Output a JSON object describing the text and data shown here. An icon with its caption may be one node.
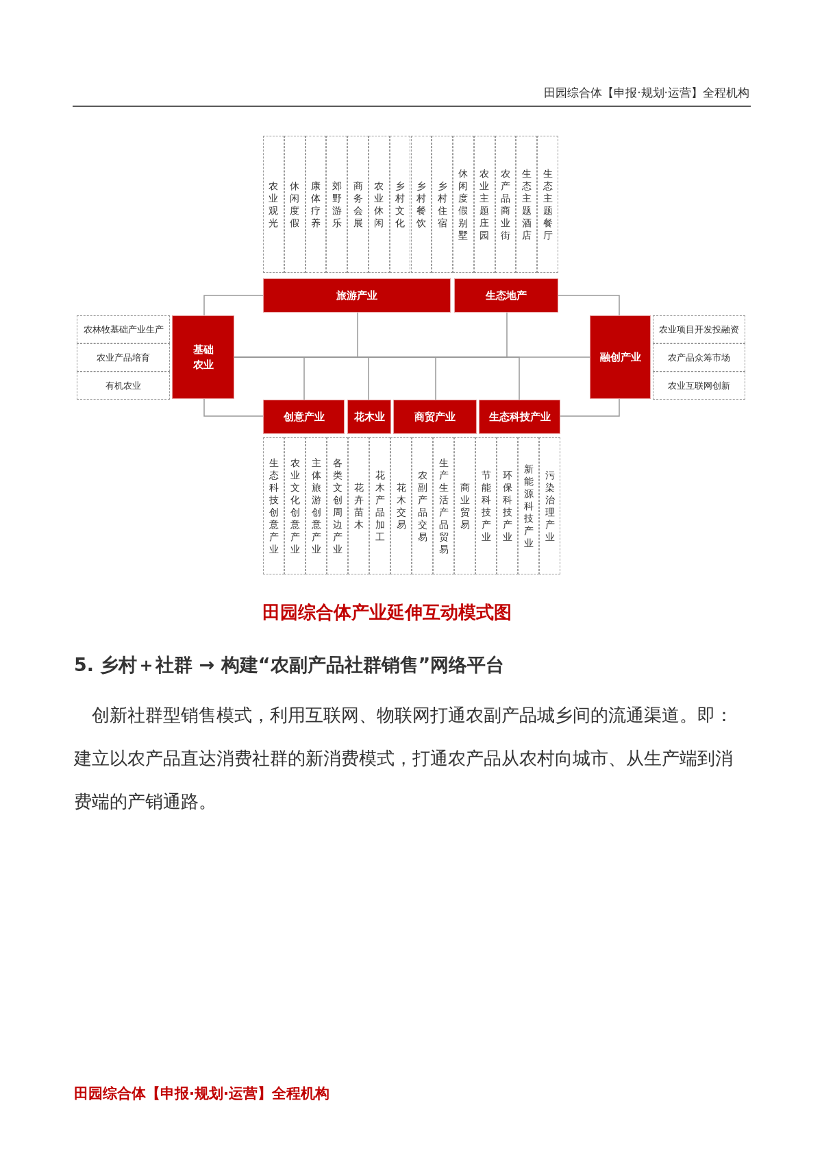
{
  "diagram": {
    "caption": "田园综合体产业延伸互动模式图",
    "nodes": [
      {
        "text": [
          "农业观光"
        ]
      },
      {
        "text": [
          "休闲度假"
        ]
      },
      {
        "text": [
          "康体疗养"
        ]
      },
      {
        "text": [
          "郊野游乐"
        ]
      },
      {
        "text": [
          "商务会展"
        ]
      },
      {
        "text": [
          "农业休闲"
        ]
      },
      {
        "text": [
          "乡村文化"
        ]
      },
      {
        "text": [
          "乡村餐饮"
        ]
      },
      {
        "text": [
          "乡村住宿"
        ]
      },
      {
        "text": [
          "休闲度假别墅"
        ]
      },
      {
        "text": [
          "农业主题庄园"
        ]
      },
      {
        "text": [
          "农产品商业街"
        ]
      },
      {
        "text": [
          "生态主题酒店"
        ]
      },
      {
        "text": [
          "生态主题餐厅"
        ]
      },
      {
        "text": [
          "旅游产业"
        ]
      },
      {
        "text": [
          "生态地产"
        ]
      },
      {
        "text": [
          "农林牧基础产业生产"
        ]
      },
      {
        "text": [
          "农业产品培育"
        ]
      },
      {
        "text": [
          "有机农业"
        ]
      },
      {
        "text": [
          "基础农业"
        ]
      },
      {
        "text": [
          "融创产业"
        ]
      },
      {
        "text": [
          "农业项目开发投融资"
        ]
      },
      {
        "text": [
          "农产品众筹市场"
        ]
      },
      {
        "text": [
          "农业互联网创新"
        ]
      },
      {
        "text": [
          "创意产业"
        ]
      },
      {
        "text": [
          "花木业"
        ]
      },
      {
        "text": [
          "商贸产业"
        ]
      },
      {
        "text": [
          "生态科技产业"
        ]
      },
      {
        "text": [
          "生态科技创意产业"
        ]
      },
      {
        "text": [
          "农业文化创意产业"
        ]
      },
      {
        "text": [
          "主体旅游创意产业"
        ]
      },
      {
        "text": [
          "各类文创周边产业"
        ]
      },
      {
        "text": [
          "花卉苗木"
        ]
      },
      {
        "text": [
          "花木产品加工"
        ]
      },
      {
        "text": [
          "花木交易"
        ]
      },
      {
        "text": [
          "农副产品交易"
        ]
      },
      {
        "text": [
          "生产生活产品贸易"
        ]
      },
      {
        "text": [
          "商业贸易"
        ]
      },
      {
        "text": [
          "节能科技产业"
        ]
      },
      {
        "text": [
          "环保科技产业"
        ]
      },
      {
        "text": [
          "新能源科技产业"
        ]
      },
      {
        "text": [
          "污染治理产业"
        ]
      }
    ],
    "edges": [
      {
        "from": 19,
        "to": 14,
        "arrow": "none"
      },
      {
        "from": 19,
        "to": 24,
        "arrow": "none"
      },
      {
        "from": 20,
        "to": 15,
        "arrow": "none"
      },
      {
        "from": 20,
        "to": 27,
        "arrow": "none"
      },
      {
        "from": 19,
        "to": 20,
        "arrow": "none"
      },
      {
        "from": 19,
        "to": 14,
        "arrow": "none"
      },
      {
        "from": 19,
        "to": 15,
        "arrow": "none"
      },
      {
        "from": 19,
        "to": 24,
        "arrow": "none"
      },
      {
        "from": 19,
        "to": 25,
        "arrow": "none"
      },
      {
        "from": 19,
        "to": 26,
        "arrow": "none"
      },
      {
        "from": 19,
        "to": 27,
        "arrow": "none"
      }
    ],
    "labels": [
      "田园综合体【申报·规划·运营】全程机构",
      "5. 乡村＋社群 → 构建“农副产品社群销售”网络平台",
      "创新社群型销售模式，利用互联网、物联网打通农副产品城乡间的流通渠道。即：建立以农产品直达消费社群的新消费模式，打通农产品从农村向城市、从生产端到消费端的产销通路。",
      "田园综合体【申报·规划·运营】全程机构"
    ]
  }
}
